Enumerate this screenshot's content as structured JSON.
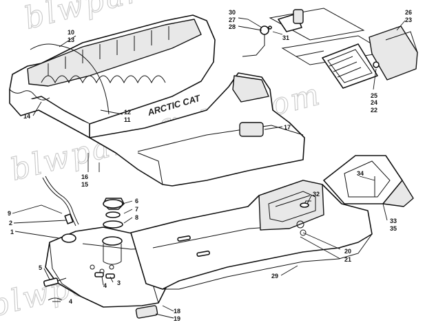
{
  "watermark": "blwpartsfiche.com",
  "brand_decal": "ARCTIC CAT",
  "callouts": [
    {
      "id": "c30",
      "text": "30"
    },
    {
      "id": "c27",
      "text": "27"
    },
    {
      "id": "c28",
      "text": "28"
    },
    {
      "id": "c31",
      "text": "31"
    },
    {
      "id": "c26",
      "text": "26"
    },
    {
      "id": "c23",
      "text": "23"
    },
    {
      "id": "c25",
      "text": "25"
    },
    {
      "id": "c24",
      "text": "24"
    },
    {
      "id": "c22",
      "text": "22"
    },
    {
      "id": "c10",
      "text": "10"
    },
    {
      "id": "c13",
      "text": "13"
    },
    {
      "id": "c14",
      "text": "14"
    },
    {
      "id": "c12",
      "text": "12"
    },
    {
      "id": "c11",
      "text": "11"
    },
    {
      "id": "c17",
      "text": "17"
    },
    {
      "id": "c16",
      "text": "16"
    },
    {
      "id": "c15",
      "text": "15"
    },
    {
      "id": "c34",
      "text": "34"
    },
    {
      "id": "c32",
      "text": "32"
    },
    {
      "id": "c33",
      "text": "33"
    },
    {
      "id": "c35",
      "text": "35"
    },
    {
      "id": "c9",
      "text": "9"
    },
    {
      "id": "c2",
      "text": "2"
    },
    {
      "id": "c1",
      "text": "1"
    },
    {
      "id": "c6",
      "text": "6"
    },
    {
      "id": "c7",
      "text": "7"
    },
    {
      "id": "c8",
      "text": "8"
    },
    {
      "id": "c5",
      "text": "5"
    },
    {
      "id": "c4a",
      "text": "4"
    },
    {
      "id": "c3",
      "text": "3"
    },
    {
      "id": "c4b",
      "text": "4"
    },
    {
      "id": "c20",
      "text": "20"
    },
    {
      "id": "c21",
      "text": "21"
    },
    {
      "id": "c29",
      "text": "29"
    },
    {
      "id": "c18",
      "text": "18"
    },
    {
      "id": "c19",
      "text": "19"
    }
  ]
}
